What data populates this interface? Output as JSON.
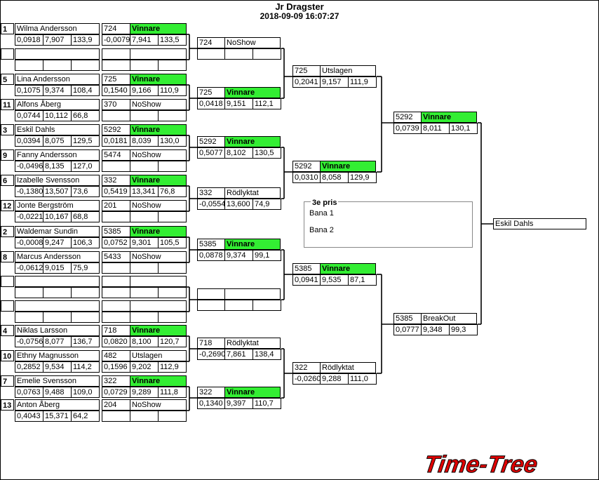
{
  "title": "Jr Dragster",
  "datetime": "2018-09-09 16:07:27",
  "logo_text": "Time-Tree",
  "colors": {
    "winner": "#33ee33",
    "line": "#000000",
    "logo": "#e00000"
  },
  "round1": [
    {
      "seed": "1",
      "name": "Wilma Andersson",
      "rt": "0,0918",
      "et": "7,907",
      "speed": "133,9",
      "start": "724",
      "result": "Vinnare",
      "rt2": "-0,0079",
      "et2": "7,941",
      "speed2": "133,5"
    },
    {
      "seed": "",
      "name": "",
      "rt": "",
      "et": "",
      "speed": "",
      "start": "",
      "result": "",
      "rt2": "",
      "et2": "",
      "speed2": ""
    },
    {
      "seed": "5",
      "name": "Lina Andersson",
      "rt": "0,1075",
      "et": "9,374",
      "speed": "108,4",
      "start": "725",
      "result": "Vinnare",
      "rt2": "0,1540",
      "et2": "9,166",
      "speed2": "110,9"
    },
    {
      "seed": "11",
      "name": "Alfons Åberg",
      "rt": "0,0744",
      "et": "10,112",
      "speed": "66,8",
      "start": "370",
      "result": "NoShow",
      "rt2": "",
      "et2": "",
      "speed2": ""
    },
    {
      "seed": "3",
      "name": "Eskil Dahls",
      "rt": "0,0394",
      "et": "8,075",
      "speed": "129,5",
      "start": "5292",
      "result": "Vinnare",
      "rt2": "0,0181",
      "et2": "8,039",
      "speed2": "130,0"
    },
    {
      "seed": "9",
      "name": "Fanny Andersson",
      "rt": "-0,0496",
      "et": "8,135",
      "speed": "127,0",
      "start": "5474",
      "result": "NoShow",
      "rt2": "",
      "et2": "",
      "speed2": ""
    },
    {
      "seed": "6",
      "name": "Izabelle Svensson",
      "rt": "-0,1380",
      "et": "13,507",
      "speed": "73,6",
      "start": "332",
      "result": "Vinnare",
      "rt2": "0,5419",
      "et2": "13,341",
      "speed2": "76,8"
    },
    {
      "seed": "12",
      "name": "Jonte Bergström",
      "rt": "-0,0221",
      "et": "10,167",
      "speed": "68,8",
      "start": "201",
      "result": "NoShow",
      "rt2": "",
      "et2": "",
      "speed2": ""
    },
    {
      "seed": "2",
      "name": "Waldemar Sundin",
      "rt": "-0,0008",
      "et": "9,247",
      "speed": "106,3",
      "start": "5385",
      "result": "Vinnare",
      "rt2": "0,0752",
      "et2": "9,301",
      "speed2": "105,5"
    },
    {
      "seed": "8",
      "name": "Marcus Andersson",
      "rt": "-0,0612",
      "et": "9,015",
      "speed": "75,9",
      "start": "5433",
      "result": "NoShow",
      "rt2": "",
      "et2": "",
      "speed2": ""
    },
    {
      "seed": "",
      "name": "",
      "rt": "",
      "et": "",
      "speed": "",
      "start": "",
      "result": "",
      "rt2": "",
      "et2": "",
      "speed2": ""
    },
    {
      "seed": "",
      "name": "",
      "rt": "",
      "et": "",
      "speed": "",
      "start": "",
      "result": "",
      "rt2": "",
      "et2": "",
      "speed2": ""
    },
    {
      "seed": "4",
      "name": "Niklas  Larsson",
      "rt": "-0,0756",
      "et": "8,077",
      "speed": "136,7",
      "start": "718",
      "result": "Vinnare",
      "rt2": "0,0820",
      "et2": "8,100",
      "speed2": "120,7"
    },
    {
      "seed": "10",
      "name": "Ethny Magnusson",
      "rt": "0,2852",
      "et": "9,534",
      "speed": "114,2",
      "start": "482",
      "result": "Utslagen",
      "rt2": "0,1596",
      "et2": "9,202",
      "speed2": "112,9"
    },
    {
      "seed": "7",
      "name": "Emelie  Svensson",
      "rt": "0,0763",
      "et": "9,488",
      "speed": "109,0",
      "start": "322",
      "result": "Vinnare",
      "rt2": "0,0729",
      "et2": "9,289",
      "speed2": "111,8"
    },
    {
      "seed": "13",
      "name": "Anton Åberg",
      "rt": "0,4043",
      "et": "15,371",
      "speed": "64,2",
      "start": "204",
      "result": "NoShow",
      "rt2": "",
      "et2": "",
      "speed2": ""
    }
  ],
  "round2": [
    {
      "start": "724",
      "result": "NoShow",
      "rt": "",
      "et": "",
      "speed": ""
    },
    {
      "start": "725",
      "result": "Vinnare",
      "rt": "0,0418",
      "et": "9,151",
      "speed": "112,1"
    },
    {
      "start": "5292",
      "result": "Vinnare",
      "rt": "0,5077",
      "et": "8,102",
      "speed": "130,5"
    },
    {
      "start": "332",
      "result": "Rödlyktat",
      "rt": "-0,0554",
      "et": "13,600",
      "speed": "74,9"
    },
    {
      "start": "5385",
      "result": "Vinnare",
      "rt": "0,0878",
      "et": "9,374",
      "speed": "99,1"
    },
    {
      "start": "",
      "result": "",
      "rt": "",
      "et": "",
      "speed": ""
    },
    {
      "start": "718",
      "result": "Rödlyktat",
      "rt": "-0,2690",
      "et": "7,861",
      "speed": "138,4"
    },
    {
      "start": "322",
      "result": "Vinnare",
      "rt": "0,1340",
      "et": "9,397",
      "speed": "110,7"
    }
  ],
  "round3": [
    {
      "start": "725",
      "result": "Utslagen",
      "rt": "0,2041",
      "et": "9,157",
      "speed": "111,9"
    },
    {
      "start": "5292",
      "result": "Vinnare",
      "rt": "0,0310",
      "et": "8,058",
      "speed": "129,9"
    },
    {
      "start": "5385",
      "result": "Vinnare",
      "rt": "0,0941",
      "et": "9,535",
      "speed": "87,1"
    },
    {
      "start": "322",
      "result": "Rödlyktat",
      "rt": "-0,0260",
      "et": "9,288",
      "speed": "111,0"
    }
  ],
  "round4": [
    {
      "start": "5292",
      "result": "Vinnare",
      "rt": "0,0739",
      "et": "8,011",
      "speed": "130,1"
    },
    {
      "start": "5385",
      "result": "BreakOut",
      "rt": "0,0777",
      "et": "9,348",
      "speed": "99,3"
    }
  ],
  "final": {
    "winner": "Eskil Dahls"
  },
  "third_place": {
    "title": "3e pris",
    "lane1": "Bana 1",
    "lane2": "Bana 2"
  }
}
